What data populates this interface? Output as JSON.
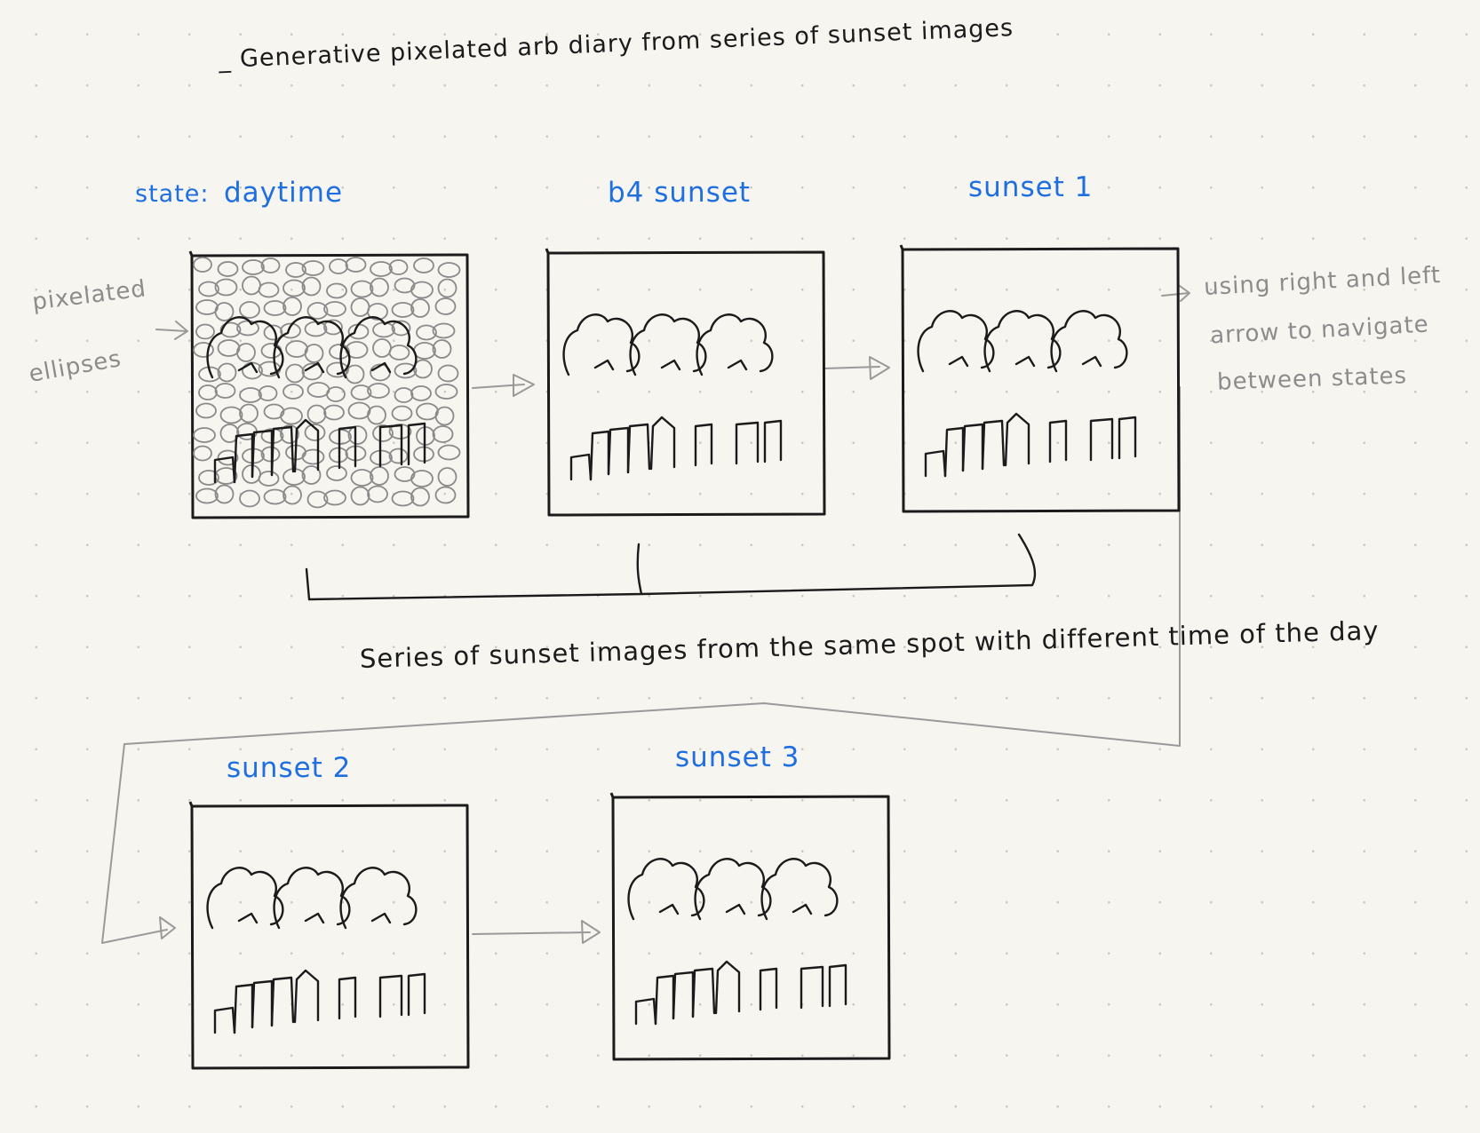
{
  "diagram": {
    "title": "_ Generative pixelated arb diary from series of sunset images",
    "states": [
      {
        "id": "daytime",
        "prefix": "state:",
        "label": "daytime",
        "pixelated": true
      },
      {
        "id": "b4-sunset",
        "prefix": "",
        "label": "b4 sunset",
        "pixelated": false
      },
      {
        "id": "sunset-1",
        "prefix": "",
        "label": "sunset 1",
        "pixelated": false
      },
      {
        "id": "sunset-2",
        "prefix": "",
        "label": "sunset 2",
        "pixelated": false
      },
      {
        "id": "sunset-3",
        "prefix": "",
        "label": "sunset 3",
        "pixelated": false
      }
    ],
    "annotations": {
      "pixelated_note": [
        "pixelated",
        "ellipses"
      ],
      "navigation_note": [
        "using right and left",
        "arrow to navigate",
        "between states"
      ],
      "series_caption": "Series of sunset images from the same spot with different time of the day"
    },
    "colors": {
      "ink": "#1b1b1b",
      "state_label": "#1f6fe0",
      "note": "#8c8c8c",
      "paper": "#f6f5f0"
    }
  }
}
